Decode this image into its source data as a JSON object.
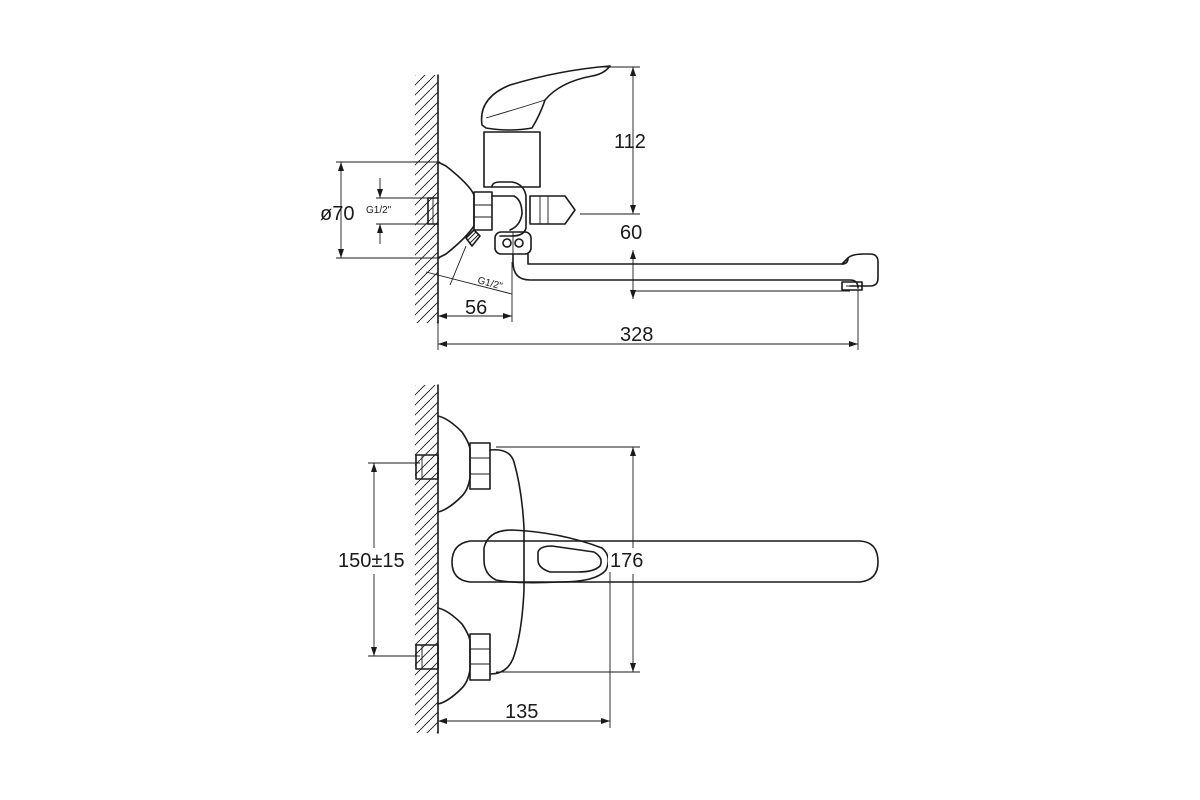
{
  "dimensions": {
    "spout_height": "112",
    "flange_diameter": "ø70",
    "thread_top": "G1/2\"",
    "handle_to_spout": "60",
    "thread_side": "G1/2\"",
    "wall_offset": "56",
    "spout_reach": "328",
    "inlet_spacing": "150±15",
    "body_height": "176",
    "handle_reach": "135"
  }
}
